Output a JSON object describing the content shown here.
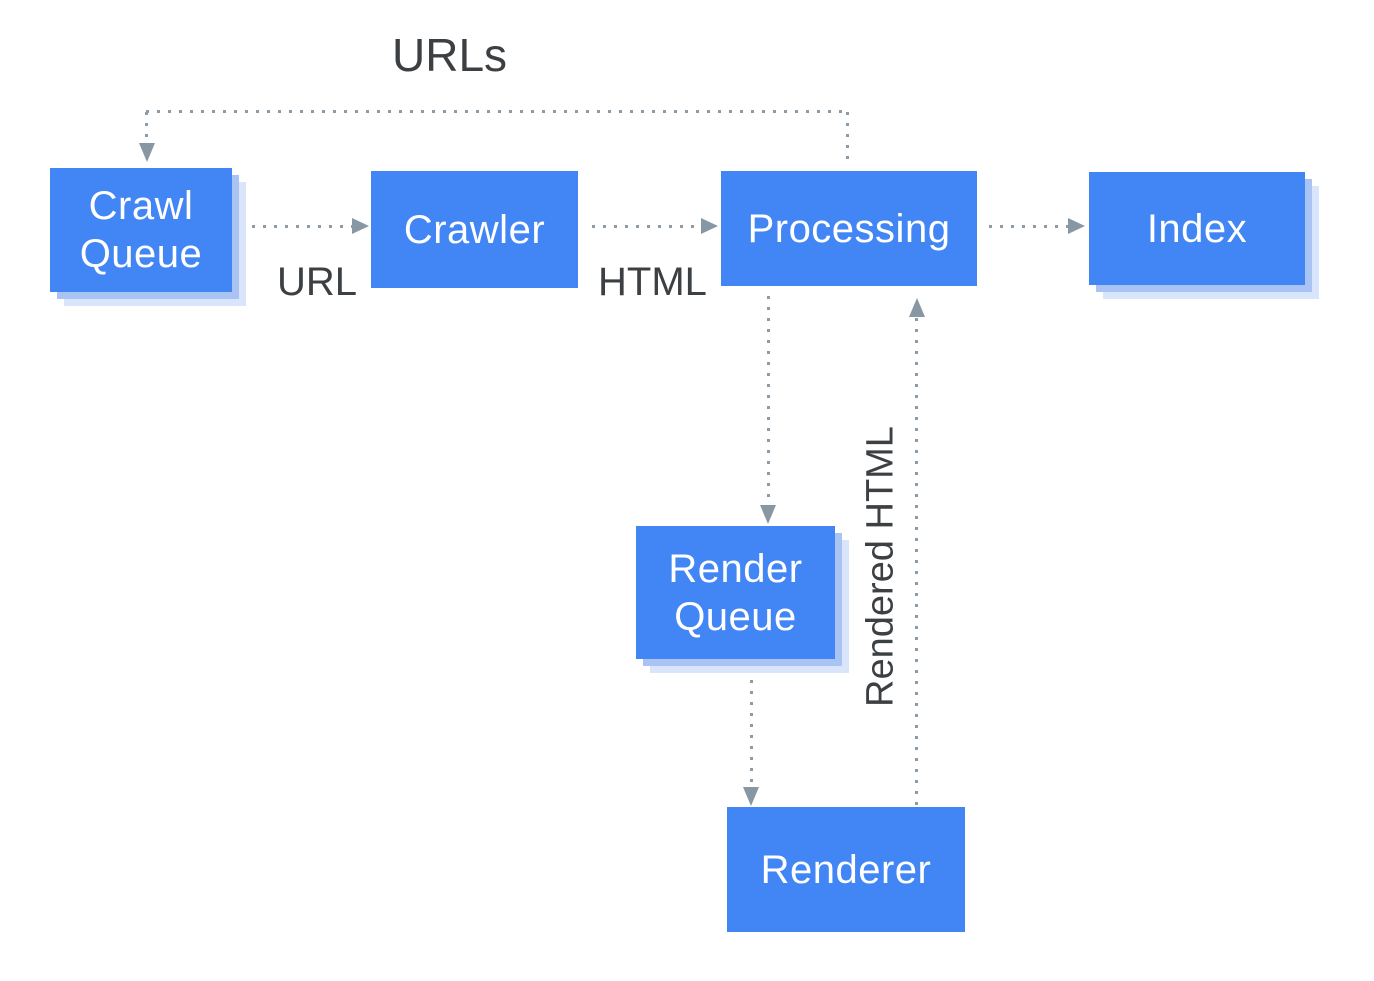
{
  "diagram": {
    "nodes": [
      {
        "id": "crawl-queue",
        "label": "Crawl Queue",
        "kind": "queue"
      },
      {
        "id": "crawler",
        "label": "Crawler",
        "kind": "process"
      },
      {
        "id": "processing",
        "label": "Processing",
        "kind": "process"
      },
      {
        "id": "index",
        "label": "Index",
        "kind": "store"
      },
      {
        "id": "render-queue",
        "label": "Render Queue",
        "kind": "queue"
      },
      {
        "id": "renderer",
        "label": "Renderer",
        "kind": "process"
      }
    ],
    "labels": {
      "urls": "URLs",
      "url": "URL",
      "html": "HTML",
      "rendered_html": "Rendered HTML"
    },
    "edges": [
      {
        "from": "processing",
        "to": "crawl-queue",
        "label": "URLs",
        "style": "dotted"
      },
      {
        "from": "crawl-queue",
        "to": "crawler",
        "label": "URL",
        "style": "dotted"
      },
      {
        "from": "crawler",
        "to": "processing",
        "label": "HTML",
        "style": "dotted"
      },
      {
        "from": "processing",
        "to": "index",
        "label": "",
        "style": "dotted"
      },
      {
        "from": "processing",
        "to": "render-queue",
        "label": "",
        "style": "dotted"
      },
      {
        "from": "render-queue",
        "to": "renderer",
        "label": "",
        "style": "dotted"
      },
      {
        "from": "renderer",
        "to": "processing",
        "label": "Rendered HTML",
        "style": "dotted"
      }
    ],
    "colors": {
      "node_fill": "#4285F4",
      "node_text": "#FFFFFF",
      "shadow_near": "#A9C3F3",
      "shadow_far": "#D8E5FB",
      "connector_dots": "#8C9BA6",
      "arrowhead": "#8798A4",
      "label_text": "#3C4043",
      "background": "#FFFFFF"
    }
  }
}
